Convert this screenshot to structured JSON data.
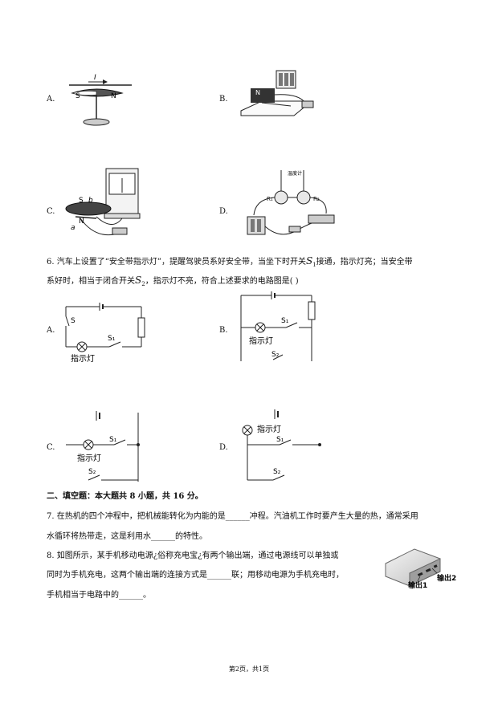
{
  "options_q5": {
    "a": {
      "label": "A.",
      "current": "I",
      "pole_s": "S",
      "pole_n": "N"
    },
    "b": {
      "label": "B.",
      "pole_n": "N"
    },
    "c": {
      "label": "C.",
      "s": "S",
      "b": "b",
      "a": "a",
      "n": "N"
    },
    "d": {
      "label": "D.",
      "thermo": "温度计",
      "r1": "R₁",
      "r2": "R₂"
    }
  },
  "q6": {
    "line1_pre": "6. 汽车上设置了“安全带指示灯”，提醒驾驶员系好安全带，当坐下时开关",
    "s1_base": "S",
    "s1_sub": "1",
    "line1_post": "接通，指示灯亮；当安全带",
    "line2_pre": "系好时，相当于闭合开关",
    "s2_base": "S",
    "s2_sub": "2",
    "line2_post": "，指示灯不亮，符合上述要求的电路图是(    )",
    "options": {
      "a": {
        "label": "A.",
        "s": "S",
        "s1": "S₁",
        "lamp": "指示灯"
      },
      "b": {
        "label": "B.",
        "s1": "S₁",
        "lamp": "指示灯",
        "s2": "S₂"
      },
      "c": {
        "label": "C.",
        "s1": "S₁",
        "lamp": "指示灯",
        "s2": "S₂"
      },
      "d": {
        "label": "D.",
        "lamp": "指示灯",
        "s1": "S₁",
        "s2": "S₂"
      }
    }
  },
  "section2": {
    "heading": "二、填空题：本大题共 8 小题，共 16 分。"
  },
  "q7": {
    "line1": "7. 在热机的四个冲程中，把机械能转化为内能的是______冲程。汽油机工作时要产生大量的热，通常采用",
    "line2": "水循环将热带走，这是利用水______的特性。"
  },
  "q8": {
    "line1": "8. 如图所示，某手机移动电源¿俗称充电宝¿有两个输出端，通过电源线可以单独或",
    "line2": "同时为手机充电，这两个输出端的连接方式是______联；用移动电源为手机充电时，",
    "line3": "手机相当于电路中的______。",
    "figure": {
      "out1": "输出1",
      "out2": "输出2"
    }
  },
  "footer": {
    "page": "第2页，共1页"
  }
}
